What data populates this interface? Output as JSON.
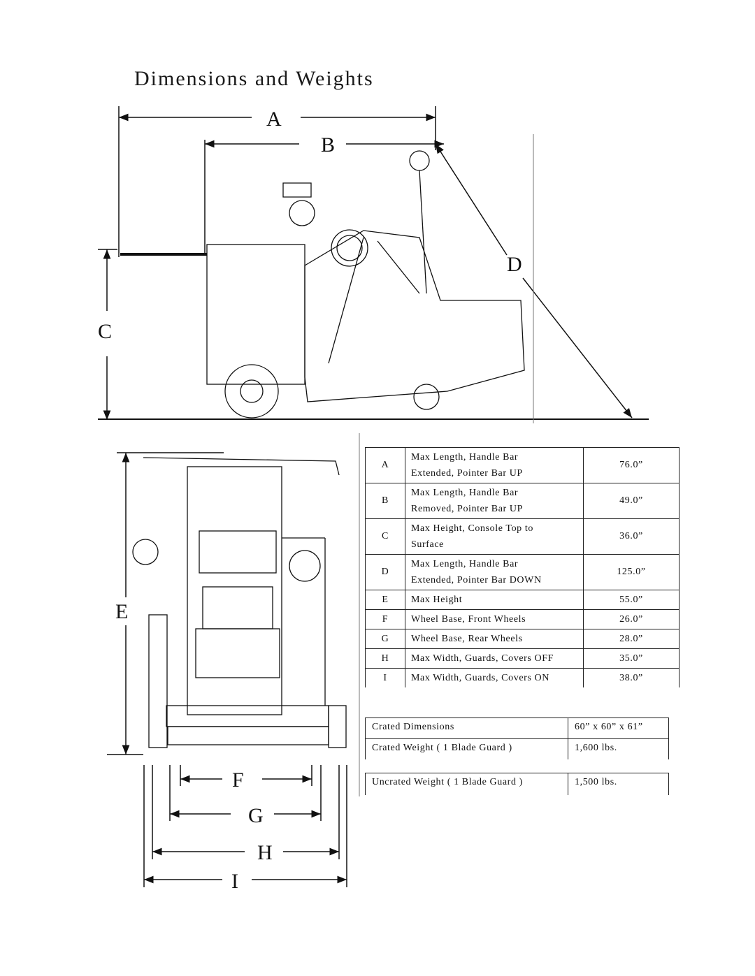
{
  "title": "Dimensions and Weights",
  "dimension_letters": [
    "A",
    "B",
    "C",
    "D",
    "E",
    "F",
    "G",
    "H",
    "I"
  ],
  "spec_table": [
    {
      "letter": "A",
      "desc_1": "Max Length, Handle Bar",
      "desc_2": "Extended, Pointer Bar UP",
      "value": "76.0”"
    },
    {
      "letter": "B",
      "desc_1": "Max Length, Handle Bar",
      "desc_2": "Removed, Pointer Bar UP",
      "value": "49.0”"
    },
    {
      "letter": "C",
      "desc_1": "Max Height, Console Top to",
      "desc_2": "Surface",
      "value": "36.0”"
    },
    {
      "letter": "D",
      "desc_1": "Max Length, Handle Bar",
      "desc_2": "Extended, Pointer Bar DOWN",
      "value": "125.0”"
    },
    {
      "letter": "E",
      "desc_1": "Max Height",
      "value": "55.0”"
    },
    {
      "letter": "F",
      "desc_1": "Wheel Base, Front Wheels",
      "value": "26.0”"
    },
    {
      "letter": "G",
      "desc_1": "Wheel Base, Rear Wheels",
      "value": "28.0”"
    },
    {
      "letter": "H",
      "desc_1": "Max Width, Guards, Covers OFF",
      "value": "35.0”"
    },
    {
      "letter": "I",
      "desc_1": "Max Width, Guards, Covers ON",
      "value": "38.0”"
    }
  ],
  "crated": {
    "dimensions_label": "Crated Dimensions",
    "dimensions_value": "60” x 60” x 61”",
    "weight_label": "Crated Weight ( 1 Blade Guard )",
    "weight_value": "1,600 lbs."
  },
  "uncrated": {
    "weight_label": "Uncrated Weight ( 1 Blade Guard )",
    "weight_value": "1,500 lbs."
  }
}
